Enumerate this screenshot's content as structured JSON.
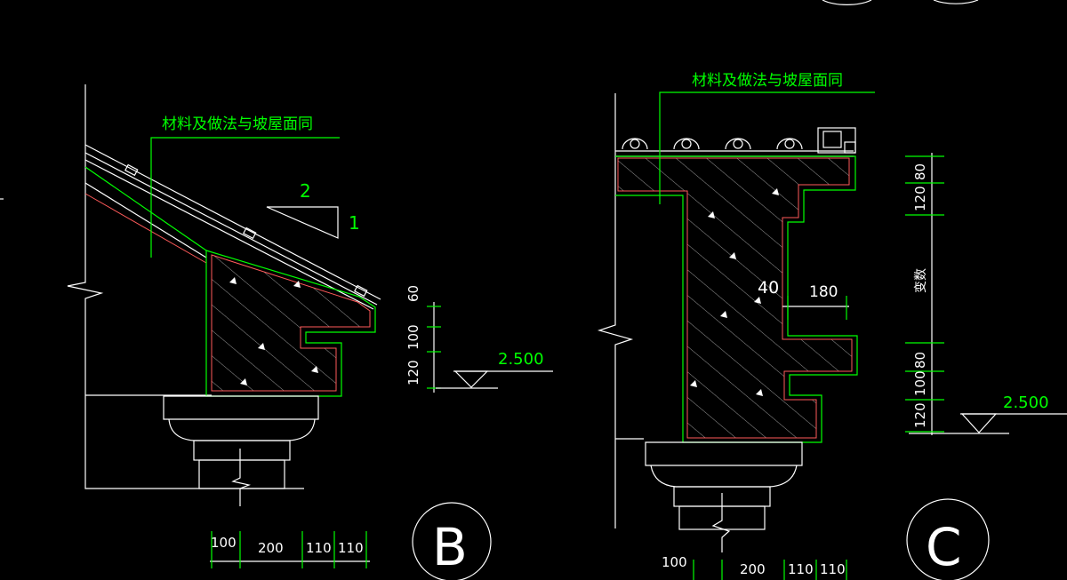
{
  "annotations": {
    "note_b": "材料及做法与坡屋面同",
    "note_c": "材料及做法与坡屋面同",
    "slope_run": "2",
    "slope_rise": "1",
    "level_b": "2.500",
    "level_c": "2.500",
    "mark_40": "40",
    "dim_180": "180",
    "variable": "变数"
  },
  "dims_b_vertical": [
    "60",
    "100",
    "120"
  ],
  "dims_b_bottom": [
    "100",
    "200",
    "110",
    "110"
  ],
  "dims_c_vertical": [
    "80",
    "120",
    "80",
    "100",
    "120"
  ],
  "dims_c_bottom": [
    "100",
    "200",
    "110",
    "110"
  ],
  "details": {
    "b_label": "B",
    "c_label": "C"
  },
  "colors": {
    "background": "#000000",
    "outline": "#00ff00",
    "lines": "#ffffff",
    "accent": "#ff5a5a"
  }
}
